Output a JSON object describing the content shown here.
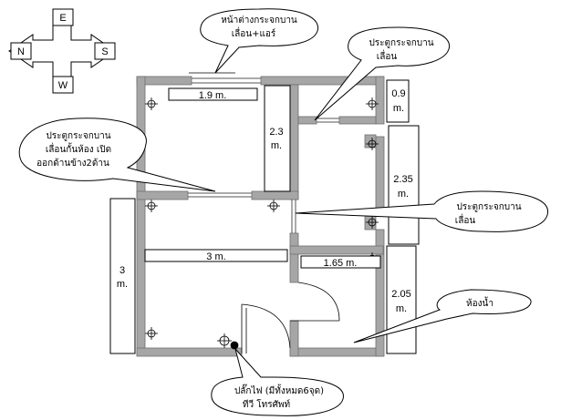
{
  "compass": {
    "north": "N",
    "east": "E",
    "south": "S",
    "west": "W"
  },
  "dimensions": {
    "top_window_width": "1.9 m.",
    "left_room_depth": "2.3",
    "left_room_depth_unit": "m.",
    "top_right_height": "0.9",
    "top_right_height_unit": "m.",
    "mid_right_height": "2.35",
    "mid_right_height_unit": "m.",
    "main_room_width": "3 m.",
    "bathroom_width": "1.65 m.",
    "left_side_height": "3",
    "left_side_height_unit": "m.",
    "bathroom_height": "2.05",
    "bathroom_height_unit": "m."
  },
  "callouts": {
    "window_line1": "หน้าต่างกระจกบาน",
    "window_line2": "เลื่อน+แอร์",
    "door_top_line1": "ประตูกระจกบาน",
    "door_top_line2": "เลื่อน",
    "partition_line1": "ประตูกระจกบาน",
    "partition_line2": "เลื่อนกั้นห้อง เปิด",
    "partition_line3": "ออกด้านข้าง2ด้าน",
    "door_mid_line1": "ประตูกระจกบาน",
    "door_mid_line2": "เลื่อน",
    "bathroom": "ห้องน้ำ",
    "plug_line1": "ปลั๊กไฟ (มีทั้งหมด6จุด)",
    "plug_line2": "ทีวี โทรศัพท์"
  }
}
